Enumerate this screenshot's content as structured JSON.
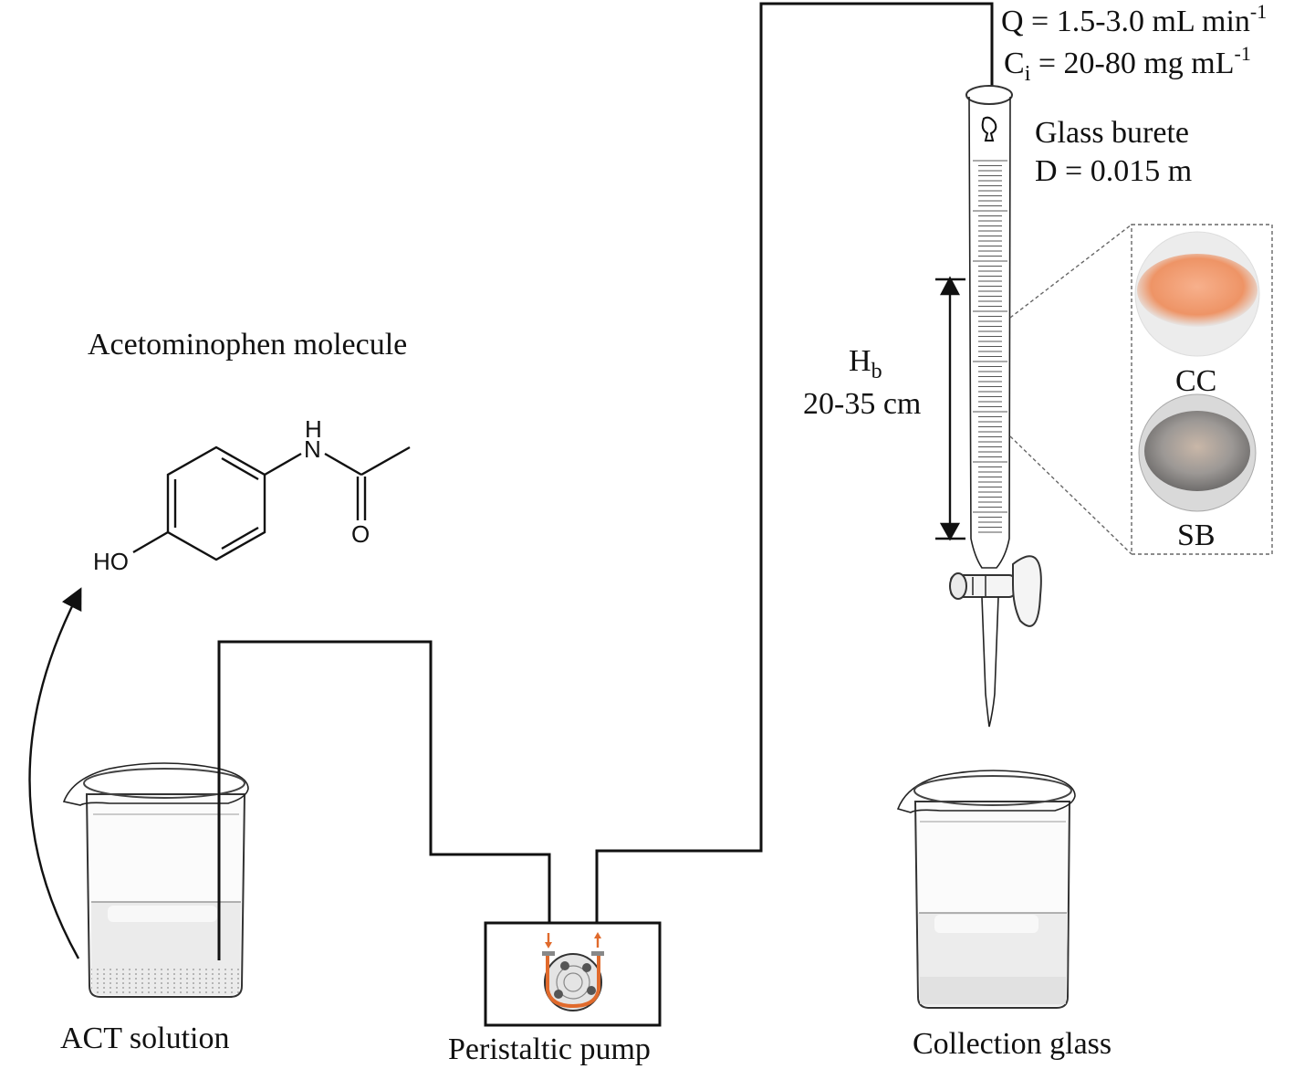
{
  "labels": {
    "flow_rate": "Q = 1.5-3.0 mL min",
    "flow_rate_sup": "-1",
    "conc_main": "C",
    "conc_sub": "i",
    "conc_rest": " = 20-80 mg mL",
    "conc_sup": "-1",
    "burette_title": "Glass burete",
    "burette_diameter": "D = 0.015 m",
    "bed_height_main": "H",
    "bed_height_sub": "b",
    "bed_height_range": "20-35 cm",
    "sample_cc": "CC",
    "sample_sb": "SB",
    "molecule_title": "Acetominophen molecule",
    "molecule_h": "H",
    "molecule_n": "N",
    "molecule_o": "O",
    "molecule_ho": "HO",
    "source_beaker": "ACT solution",
    "pump": "Peristaltic pump",
    "collector": "Collection glass"
  },
  "colors": {
    "line": "#111111",
    "tube_orange": "#e06a2c",
    "sample_cc": "#f2a27c",
    "sample_sb": "#a8a4a2",
    "liquid": "#e9e9e9"
  }
}
